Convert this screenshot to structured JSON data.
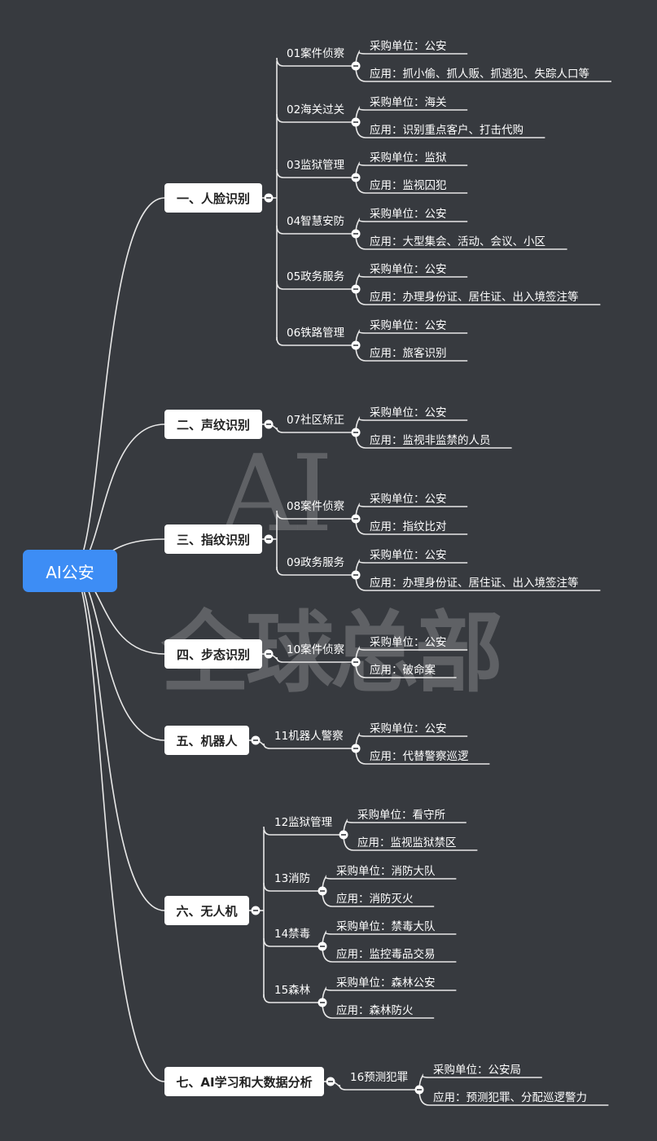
{
  "root": {
    "label": "AI公安"
  },
  "watermark": {
    "line1": "AI",
    "line2": "全球总部"
  },
  "branches": [
    {
      "label": "一、人脸识别",
      "items": [
        {
          "label": "01案件侦察",
          "buyer": "采购单位：公安",
          "app": "应用：抓小偷、抓人贩、抓逃犯、失踪人口等"
        },
        {
          "label": "02海关过关",
          "buyer": "采购单位：海关",
          "app": "应用：识别重点客户、打击代购"
        },
        {
          "label": "03监狱管理",
          "buyer": "采购单位：监狱",
          "app": "应用：监视囚犯"
        },
        {
          "label": "04智慧安防",
          "buyer": "采购单位：公安",
          "app": "应用：大型集会、活动、会议、小区"
        },
        {
          "label": "05政务服务",
          "buyer": "采购单位：公安",
          "app": "应用：办理身份证、居住证、出入境签注等"
        },
        {
          "label": "06铁路管理",
          "buyer": "采购单位：公安",
          "app": "应用：旅客识别"
        }
      ]
    },
    {
      "label": "二、声纹识别",
      "items": [
        {
          "label": "07社区矫正",
          "buyer": "采购单位：公安",
          "app": "应用：监视非监禁的人员"
        }
      ]
    },
    {
      "label": "三、指纹识别",
      "items": [
        {
          "label": "08案件侦察",
          "buyer": "采购单位：公安",
          "app": "应用：指纹比对"
        },
        {
          "label": "09政务服务",
          "buyer": "采购单位：公安",
          "app": "应用：办理身份证、居住证、出入境签注等"
        }
      ]
    },
    {
      "label": "四、步态识别",
      "items": [
        {
          "label": "10案件侦察",
          "buyer": "采购单位：公安",
          "app": "应用：破命案"
        }
      ]
    },
    {
      "label": "五、机器人",
      "items": [
        {
          "label": "11机器人警察",
          "buyer": "采购单位：公安",
          "app": "应用：代替警察巡逻"
        }
      ]
    },
    {
      "label": "六、无人机",
      "items": [
        {
          "label": "12监狱管理",
          "buyer": "采购单位：看守所",
          "app": "应用：监视监狱禁区"
        },
        {
          "label": "13消防",
          "buyer": "采购单位：消防大队",
          "app": "应用：消防灭火"
        },
        {
          "label": "14禁毒",
          "buyer": "采购单位：禁毒大队",
          "app": "应用：监控毒品交易"
        },
        {
          "label": "15森林",
          "buyer": "采购单位：森林公安",
          "app": "应用：森林防火"
        }
      ]
    },
    {
      "label": "七、AI学习和大数据分析",
      "items": [
        {
          "label": "16预测犯罪",
          "buyer": "采购单位：公安局",
          "app": "应用：预测犯罪、分配巡逻警力"
        }
      ]
    }
  ]
}
